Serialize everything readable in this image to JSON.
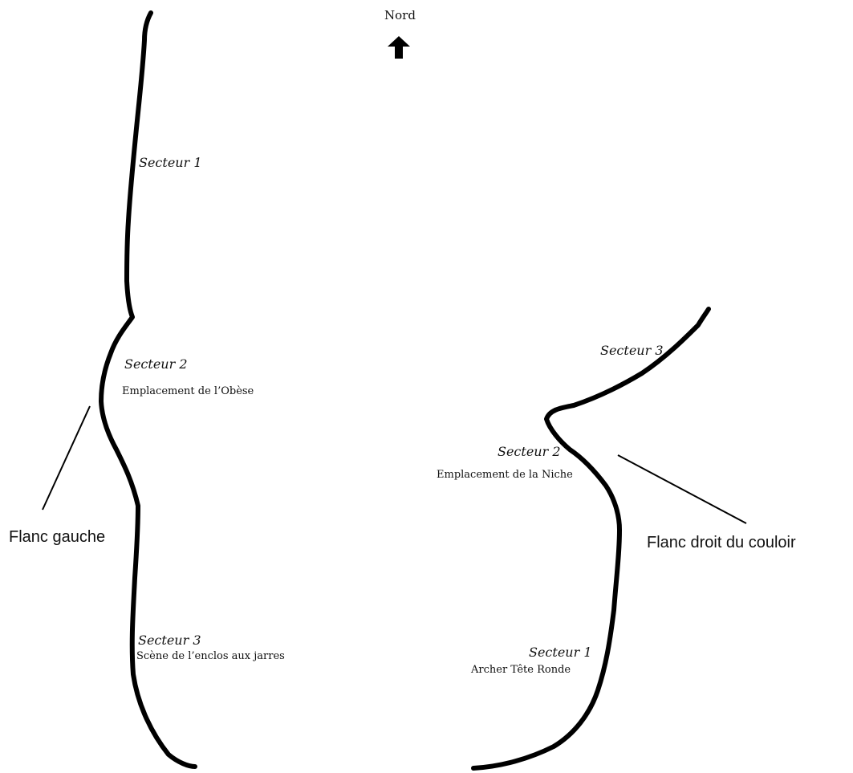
{
  "north": {
    "label": "Nord",
    "arrow_icon": "arrow-up-icon"
  },
  "left_flank": {
    "title": "Flanc gauche",
    "sectors": [
      {
        "name": "Secteur 1",
        "place": ""
      },
      {
        "name": "Secteur 2",
        "place": "Emplacement de l’Obèse"
      },
      {
        "name": "Secteur 3",
        "place": "Scène de l’enclos aux jarres"
      }
    ]
  },
  "right_flank": {
    "title": "Flanc droit du couloir",
    "sectors": [
      {
        "name": "Secteur 3",
        "place": ""
      },
      {
        "name": "Secteur 2",
        "place": "Emplacement de la Niche"
      },
      {
        "name": "Secteur 1",
        "place": "Archer Tête Ronde"
      }
    ]
  },
  "colors": {
    "line": "#000000",
    "text": "#111111",
    "background": "#ffffff"
  }
}
